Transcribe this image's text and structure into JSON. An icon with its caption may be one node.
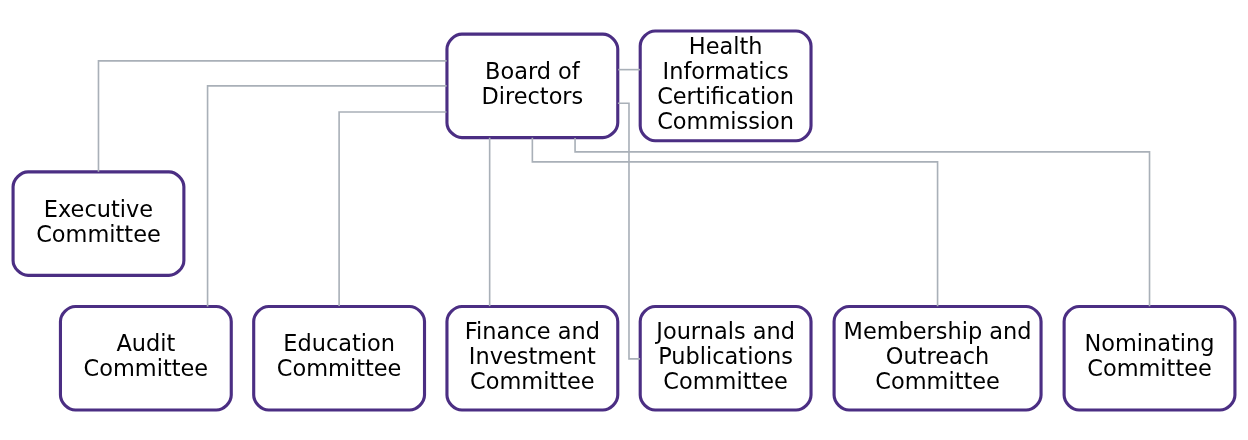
{
  "diagram": {
    "nodes": [
      {
        "text": [
          "Board of Directors"
        ]
      },
      {
        "text": [
          "Health Informatics Certification Commission"
        ]
      },
      {
        "text": [
          "Executive Committee"
        ]
      },
      {
        "text": [
          "Audit Committee"
        ]
      },
      {
        "text": [
          "Education Committee"
        ]
      },
      {
        "text": [
          "Finance and Investment Committee"
        ]
      },
      {
        "text": [
          "Journals and Publications Committee"
        ]
      },
      {
        "text": [
          "Membership and Outreach Committee"
        ]
      },
      {
        "text": [
          "Nominating Committee"
        ]
      }
    ],
    "edges": [
      {
        "from": 0,
        "to": 1,
        "arrow": "none"
      },
      {
        "from": 0,
        "to": 2,
        "arrow": "none"
      },
      {
        "from": 0,
        "to": 3,
        "arrow": "none"
      },
      {
        "from": 0,
        "to": 4,
        "arrow": "none"
      },
      {
        "from": 0,
        "to": 5,
        "arrow": "none"
      },
      {
        "from": 0,
        "to": 6,
        "arrow": "none"
      },
      {
        "from": 0,
        "to": 7,
        "arrow": "none"
      },
      {
        "from": 0,
        "to": 8,
        "arrow": "none"
      }
    ]
  }
}
